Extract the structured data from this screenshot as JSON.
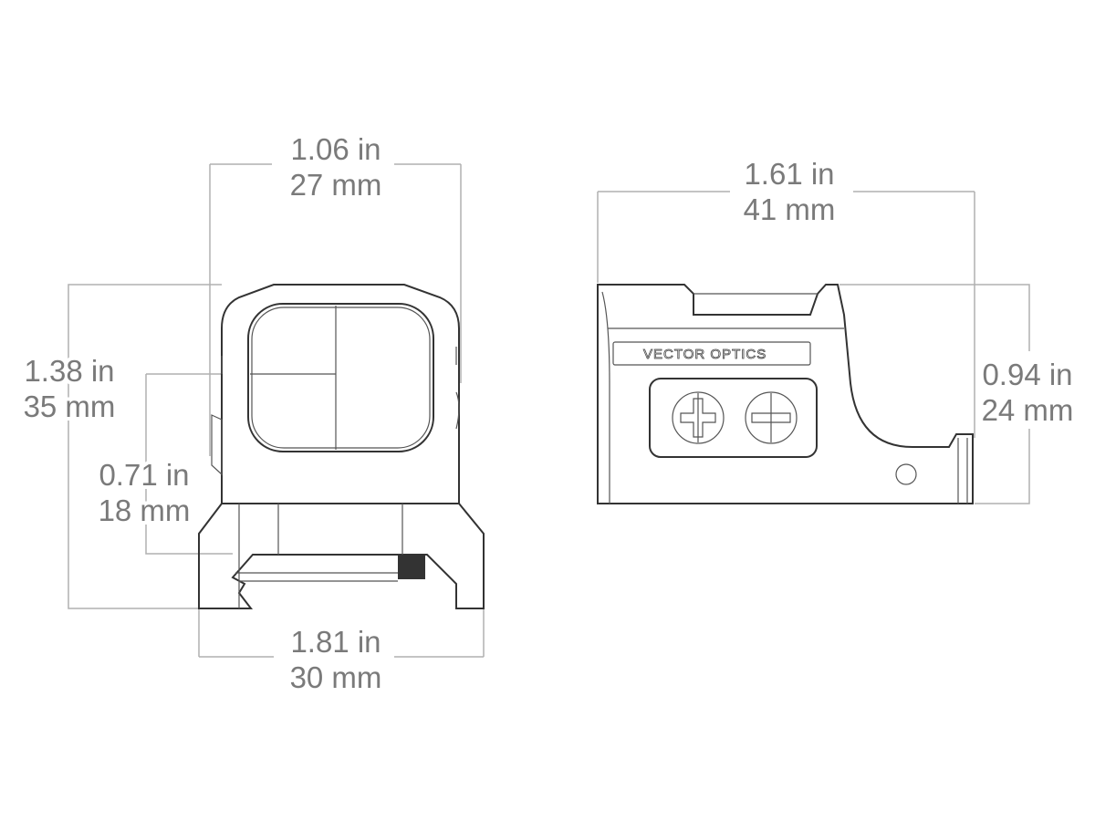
{
  "front_view": {
    "width_top": {
      "in": "1.06 in",
      "mm": "27 mm"
    },
    "height_total": {
      "in": "1.38 in",
      "mm": "35 mm"
    },
    "window_height": {
      "in": "0.71 in",
      "mm": "18 mm"
    },
    "width_base": {
      "in": "1.81 in",
      "mm": "30 mm"
    }
  },
  "side_view": {
    "length": {
      "in": "1.61 in",
      "mm": "41 mm"
    },
    "height": {
      "in": "0.94 in",
      "mm": "24 mm"
    },
    "brand_logo": "VECTOR OPTICS"
  },
  "colors": {
    "dimension_text": "#7a7a7a",
    "dimension_line": "#b0b0b0",
    "outline": "#333333"
  }
}
